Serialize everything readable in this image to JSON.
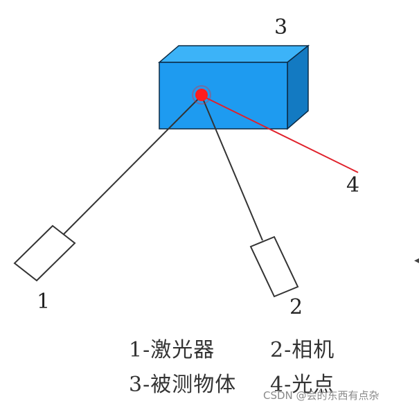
{
  "labels": {
    "object_number": "3",
    "spot_number": "4",
    "laser_number": "1",
    "camera_number": "2"
  },
  "legend": {
    "row1_left": "1-激光器",
    "row1_right": "2-相机",
    "row2_left": "3-被测物体",
    "row2_right": "4-光点"
  },
  "watermark": "CSDN @会的东西有点杂",
  "edge_mark": "◂",
  "colors": {
    "box_front": "#1E9BF0",
    "box_top": "#3CB3F8",
    "box_side": "#137AC2",
    "box_edge": "#0b2a44",
    "laser_spot": "#ff1e1e",
    "reflection_line": "#e0202a",
    "beam_line": "#333333",
    "device_outline": "#333333"
  },
  "icons": {
    "object": "blue-box-object",
    "laser": "laser-device",
    "camera": "camera-device",
    "spot": "red-spot"
  }
}
